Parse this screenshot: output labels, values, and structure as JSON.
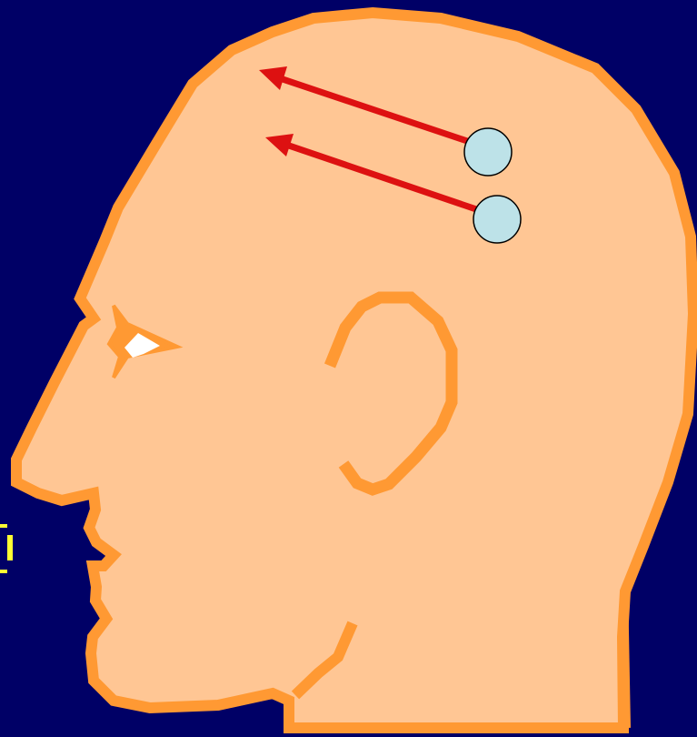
{
  "colors": {
    "background": "#000066",
    "skin_fill": "#FFC694",
    "outline": "#FF9933",
    "arrow": "#DD1111",
    "electrode_fill": "#BDE2E8",
    "electrode_stroke": "#000000",
    "eye_white": "#FFFFFF",
    "margin_mark": "#FFFF33"
  },
  "figure": {
    "subject": "head-profile",
    "facing": "left",
    "electrode_count": 2,
    "arrow_count": 2
  }
}
